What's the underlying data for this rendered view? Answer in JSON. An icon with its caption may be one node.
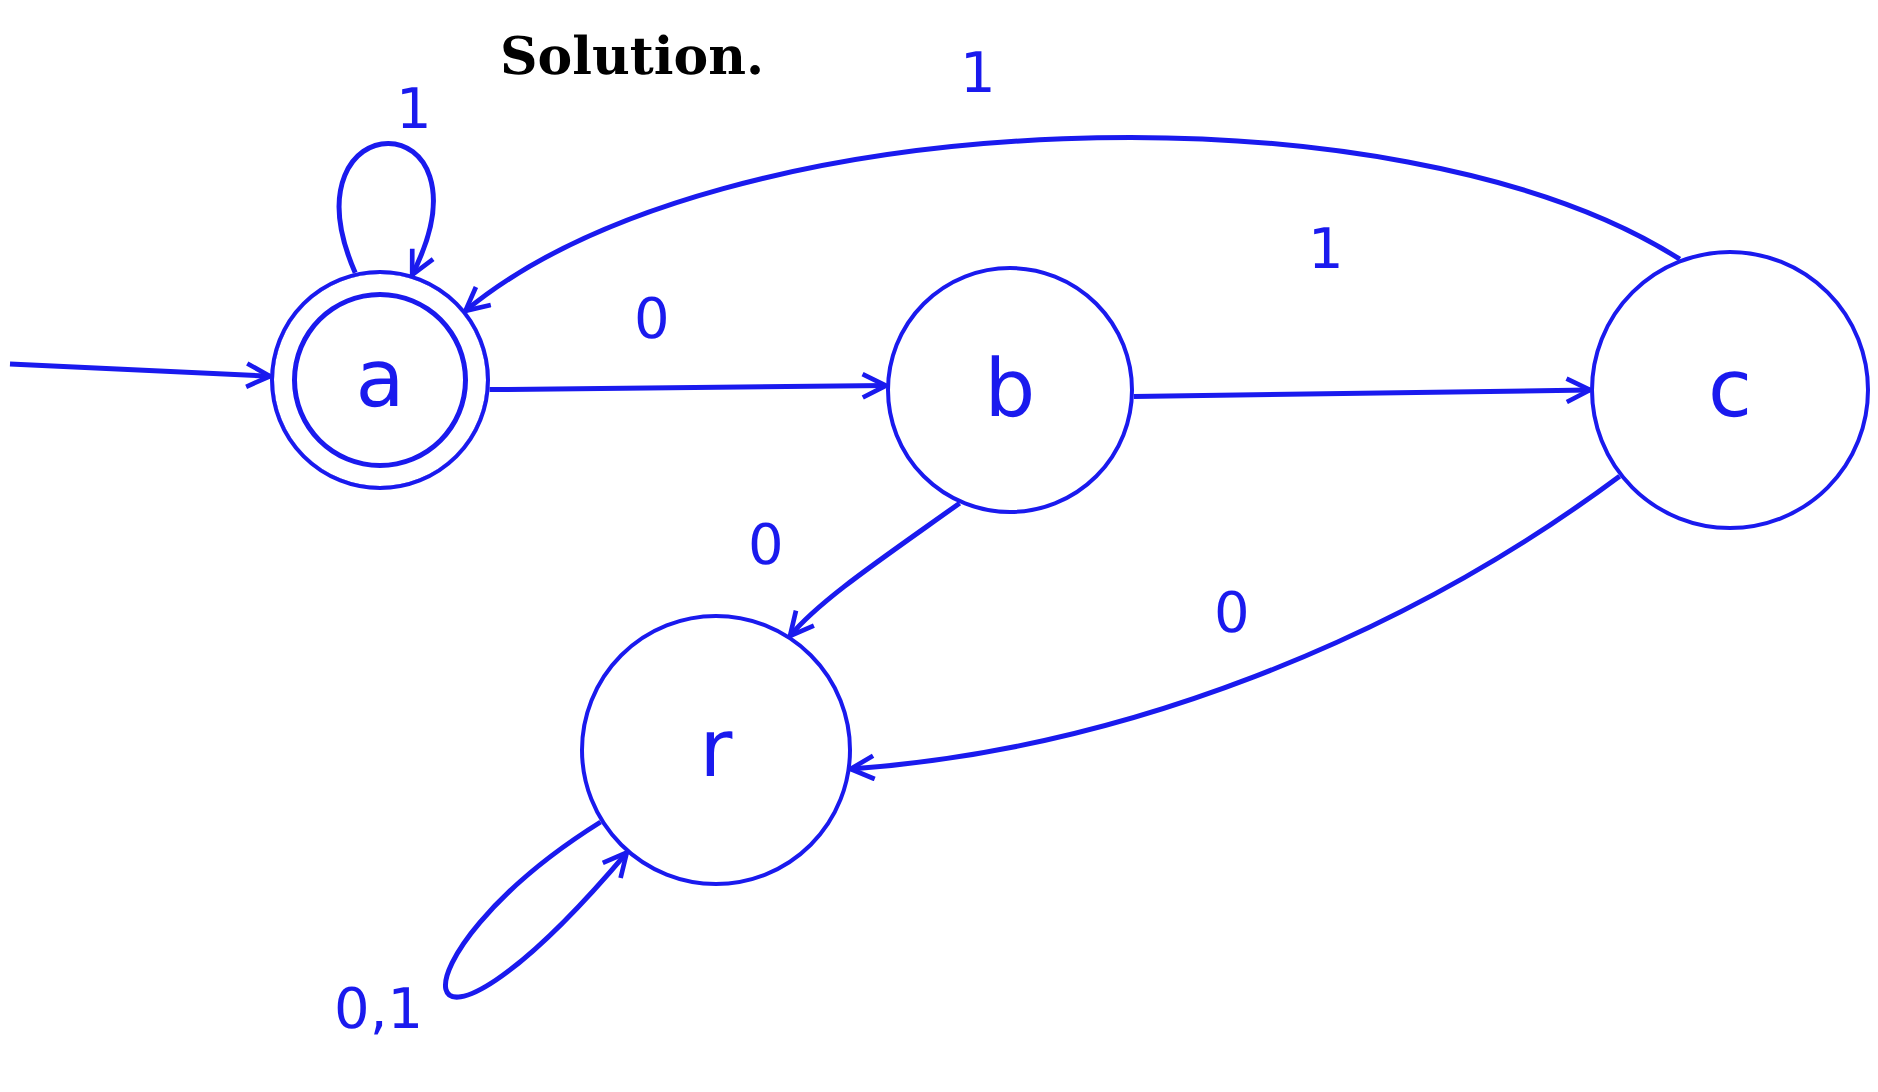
{
  "diagram": {
    "nodes": [
      {
        "text": [
          "a"
        ]
      },
      {
        "text": [
          "b"
        ]
      },
      {
        "text": [
          "c"
        ]
      },
      {
        "text": [
          "r"
        ]
      }
    ],
    "edges": [
      {
        "from": null,
        "to": 0,
        "arrow": "to"
      },
      {
        "from": 0,
        "to": 0,
        "arrow": "to",
        "label": "1"
      },
      {
        "from": 0,
        "to": 1,
        "arrow": "to",
        "label": "0"
      },
      {
        "from": 1,
        "to": 2,
        "arrow": "to",
        "label": "1"
      },
      {
        "from": 2,
        "to": 0,
        "arrow": "to",
        "label": "1"
      },
      {
        "from": 1,
        "to": 3,
        "arrow": "to",
        "label": "0"
      },
      {
        "from": 2,
        "to": 3,
        "arrow": "to",
        "label": "0"
      },
      {
        "from": 3,
        "to": 3,
        "arrow": "to",
        "label": "0,1"
      }
    ],
    "labels": [
      "Solution."
    ]
  }
}
